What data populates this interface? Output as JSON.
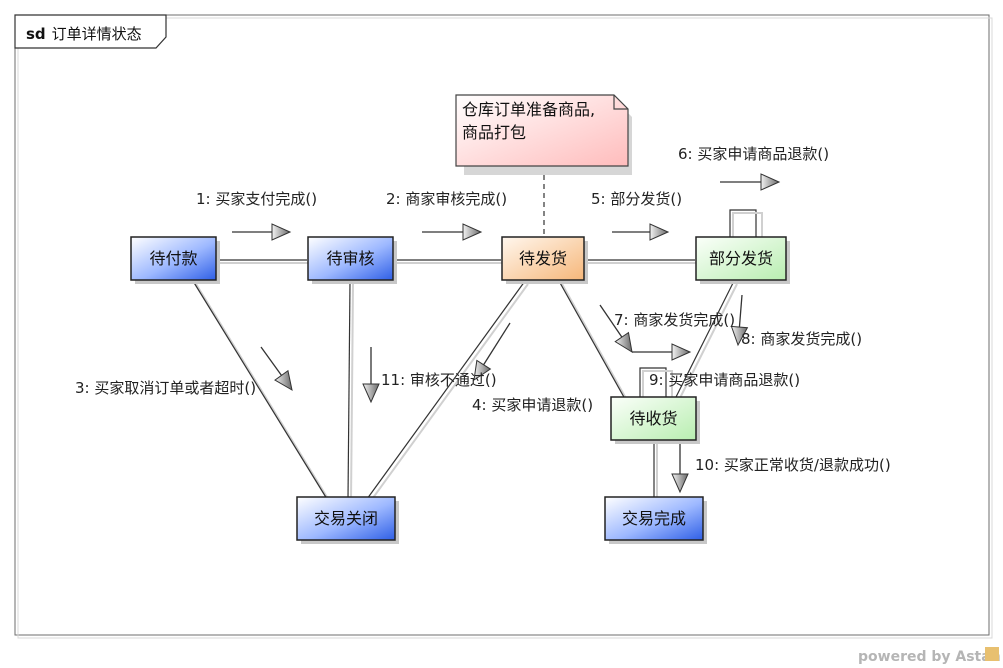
{
  "frame": {
    "keyword": "sd",
    "title": "订单详情状态"
  },
  "note": {
    "line1": "仓库订单准备商品,",
    "line2": "商品打包"
  },
  "nodes": {
    "pending_payment": "待付款",
    "pending_review": "待审核",
    "pending_shipment": "待发货",
    "partial_shipment": "部分发货",
    "pending_receipt": "待收货",
    "trade_closed": "交易关闭",
    "trade_complete": "交易完成"
  },
  "messages": {
    "m1": "1: 买家支付完成()",
    "m2": "2: 商家审核完成()",
    "m3": "3: 买家取消订单或者超时()",
    "m4": "4: 买家申请退款()",
    "m5": "5: 部分发货()",
    "m6": "6: 买家申请商品退款()",
    "m7": "7: 商家发货完成()",
    "m8": "8: 商家发货完成()",
    "m9": "9: 买家申请商品退款()",
    "m10": "10: 买家正常收货/退款成功()",
    "m11": "11: 审核不通过()"
  },
  "footer": {
    "brand": "powered by Astah"
  },
  "colors": {
    "blue_node": "#3f6fe8",
    "orange_node": "#f7c99a",
    "green_node": "#c9f2c4",
    "note_fill": "#ffd6d6"
  }
}
